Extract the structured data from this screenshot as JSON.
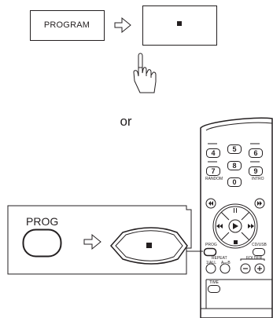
{
  "top_panel": {
    "program_label": "PROGRAM",
    "stop_symbol": "■"
  },
  "or_label": "or",
  "bottom_panel": {
    "prog_label": "PROG"
  },
  "remote": {
    "number_keys": [
      "4",
      "5",
      "6",
      "7",
      "8",
      "9",
      "0"
    ],
    "labels": {
      "random": "RANDOM",
      "intro": "INTRO",
      "prog": "PROG",
      "cd_usb": "CD/USB",
      "repeat": "REPEAT",
      "repeat_sub_left": "1/ALL",
      "repeat_sub_right": "A—B",
      "folder": "FOLDER",
      "time": "TIME"
    }
  },
  "colors": {
    "line": "#231f20",
    "background": "#ffffff"
  }
}
